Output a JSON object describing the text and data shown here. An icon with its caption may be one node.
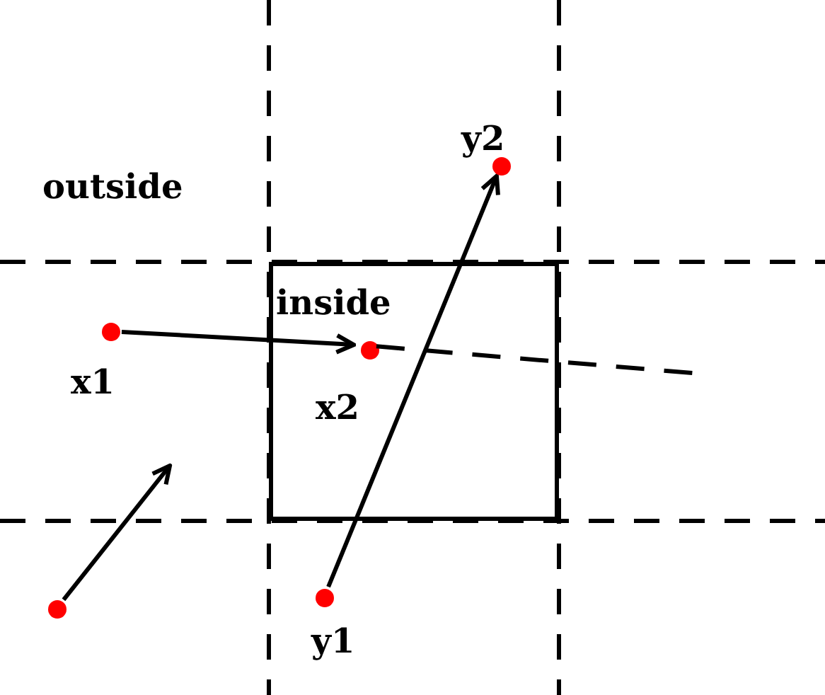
{
  "diagram": {
    "nodes": [
      {
        "text": [
          "inside"
        ]
      },
      {
        "text": [],
        "shape": "circle",
        "beside": [
          "x1"
        ]
      },
      {
        "text": [],
        "shape": "circle",
        "beside": [
          "x2"
        ],
        "in": 0
      },
      {
        "text": [],
        "shape": "circle",
        "beside": [
          "y1"
        ]
      },
      {
        "text": [],
        "shape": "circle",
        "beside": [
          "y2"
        ]
      },
      {
        "text": [],
        "shape": "circle"
      }
    ],
    "edges": [
      {
        "from": 1,
        "to": 2,
        "arrow": "to"
      },
      {
        "from": 2,
        "to": null,
        "arrow": "none",
        "style": "dashed"
      },
      {
        "from": 3,
        "to": 4,
        "arrow": "to"
      },
      {
        "from": 5,
        "to": null,
        "arrow": "to"
      }
    ],
    "labels": [
      "outside"
    ]
  }
}
